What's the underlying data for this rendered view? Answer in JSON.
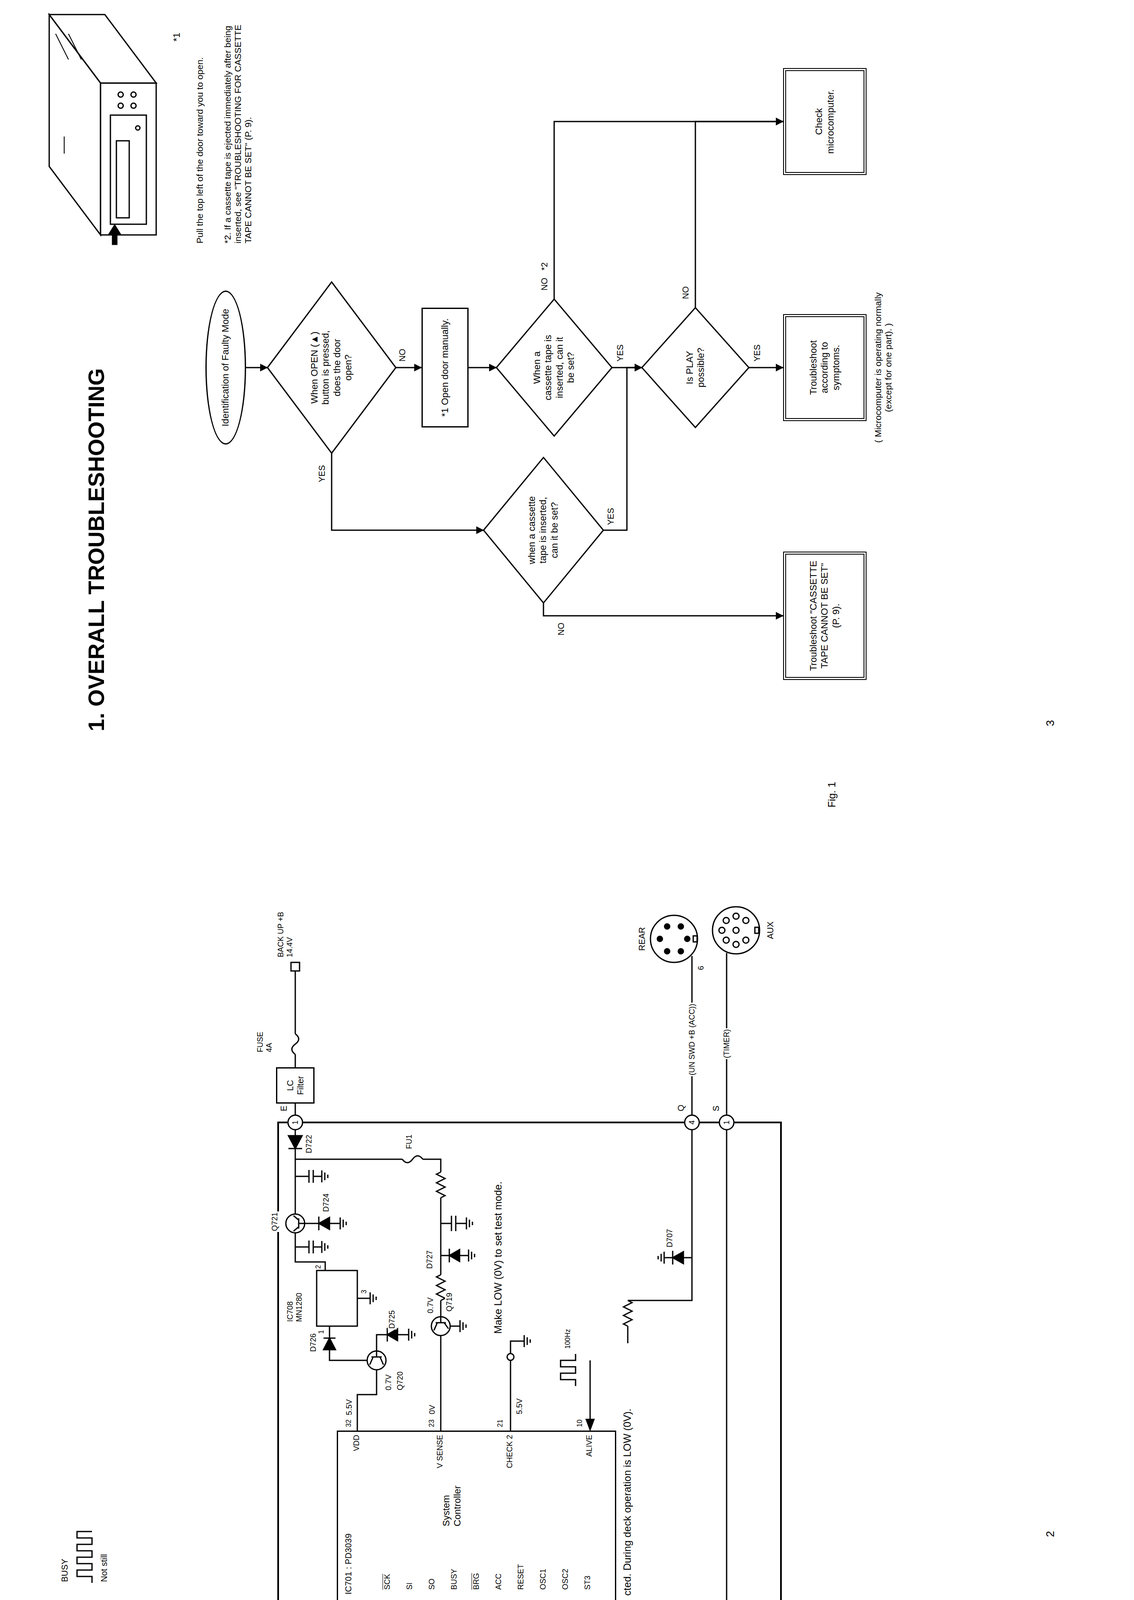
{
  "diagram": {
    "title": "1. OVERALL TROUBLESHOOTING",
    "nodes": [
      {
        "text": [
          "Identification of Faulty Mode"
        ]
      },
      {
        "text": [
          "When OPEN (▲) button is pressed, does the door open?"
        ]
      },
      {
        "text": [
          "*1 Open door manually."
        ]
      },
      {
        "text": [
          "when a cassette tape is inserted, can it be set?"
        ]
      },
      {
        "text": [
          "When a cassette tape is inserted, can it be set?"
        ]
      },
      {
        "text": [
          "Is PLAY possible?"
        ]
      },
      {
        "text": [
          "Troubleshoot \"CASSETTE TAPE CANNOT BE SET\" (P. 9)."
        ]
      },
      {
        "text": [
          "Troubleshoot according to symptoms."
        ]
      },
      {
        "text": [
          "Check microcomputer."
        ]
      },
      {
        "text": [
          "IC701 : PD3039",
          "System Controller"
        ]
      },
      {
        "text": [
          "LC Filter"
        ]
      }
    ],
    "edges": [
      {
        "from": 0,
        "to": 1,
        "arrow": "to"
      },
      {
        "from": 1,
        "to": 2,
        "label": "NO",
        "arrow": "to"
      },
      {
        "from": 1,
        "to": 3,
        "label": "YES",
        "arrow": "to"
      },
      {
        "from": 2,
        "to": 4,
        "arrow": "to"
      },
      {
        "from": 3,
        "to": 6,
        "label": "NO",
        "arrow": "to"
      },
      {
        "from": 3,
        "to": 5,
        "label": "YES",
        "arrow": "to"
      },
      {
        "from": 4,
        "to": 5,
        "label": "YES",
        "arrow": "to"
      },
      {
        "from": 4,
        "to": 8,
        "label": "NO",
        "arrow": "to"
      },
      {
        "from": 5,
        "to": 8,
        "label": "NO",
        "arrow": "to"
      },
      {
        "from": 5,
        "to": 7,
        "label": "YES",
        "arrow": "to"
      }
    ],
    "labels": [
      "*1",
      "Pull the top left of the door toward you to open.",
      "*2. If a cassette tape is ejected immediately after being inserted, see \"TROUBLESHOOTING FOR CASSETTE TAPE CANNOT BE SET\" (P. 9).",
      "*2",
      "( Microcomputer is operating normally (except for one part). )",
      "Fig. 1",
      "3",
      "2",
      "BUSY",
      "Not still",
      "BACK UP +B 14.4V",
      "FUSE 4A",
      "E",
      "D722",
      "Q721",
      "D724",
      "IC708 MN1280",
      "1",
      "2",
      "3",
      "D725",
      "D726",
      "0.7V",
      "Q720",
      "5.5V",
      "32",
      "VDD",
      "0V",
      "23",
      "V SENSE",
      "Q719",
      "0.7V",
      "D727",
      "FU1",
      "Make LOW (0V) to set test mode.",
      "5.5V",
      "21",
      "CHECK 2",
      "100Hz",
      "10",
      "ALIVE",
      "cted. During deck operation is LOW (0V).",
      "D707",
      "Q",
      "4",
      "(UN SWD +B (ACC))",
      "6",
      "REAR",
      "S",
      "1",
      "(TIMER)",
      "AUX",
      "1",
      "SCK",
      "SI",
      "SO",
      "BUSY",
      "BRG",
      "ACC",
      "RESET",
      "OSC1",
      "OSC2",
      "ST3"
    ]
  }
}
